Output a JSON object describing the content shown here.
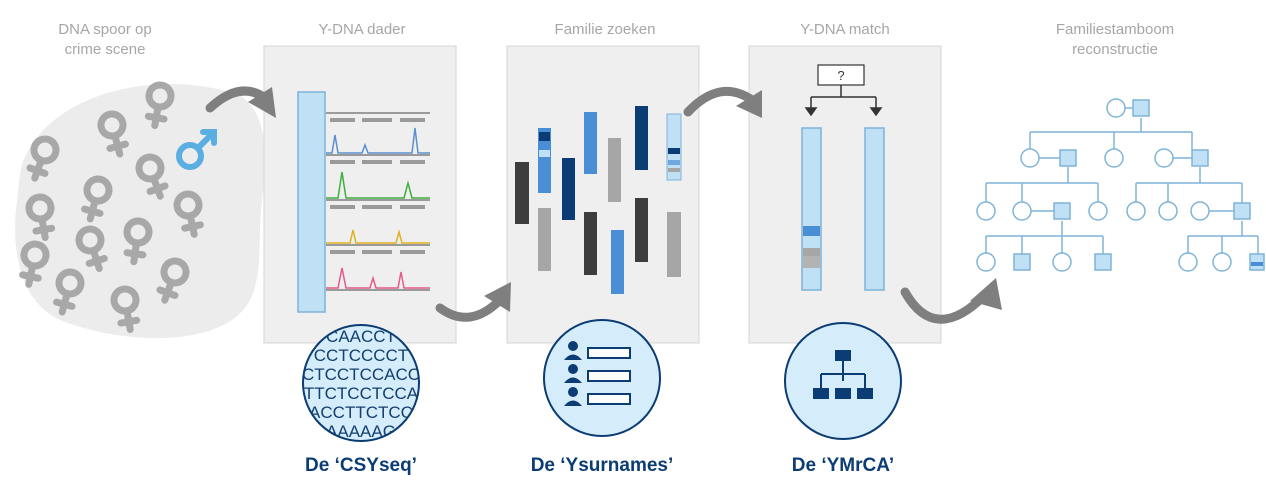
{
  "steps": [
    {
      "title_line1": "DNA spoor op",
      "title_line2": "crime scene"
    },
    {
      "title_line1": "Y-DNA dader",
      "title_line2": ""
    },
    {
      "title_line1": "Familie zoeken",
      "title_line2": ""
    },
    {
      "title_line1": "Y-DNA match",
      "title_line2": ""
    },
    {
      "title_line1": "Familiestamboom",
      "title_line2": "reconstructie"
    }
  ],
  "tools": [
    {
      "label": "De ‘CSYseq’"
    },
    {
      "label": "De ‘Ysurnames’"
    },
    {
      "label": "De ‘YMrCA’"
    }
  ],
  "sequence_lines": [
    "CAACCT",
    "CCTCCCCT",
    "CTCCTCCACC",
    "TTCTCCTCCA",
    "ACCTTCTCC",
    "AAAAAG"
  ],
  "match_question": "?",
  "icons": {
    "crime_scene": "female-symbol-icon",
    "male": "male-symbol-icon",
    "profiles": "person-list-icon",
    "hierarchy": "org-chart-icon"
  },
  "colors": {
    "title_gray": "#a6a6a6",
    "label_navy": "#0b3c74",
    "panel_gray": "#efefef",
    "light_blue": "#bfe0f5",
    "mid_blue": "#6fa8dc",
    "dark_blue": "#0b3c74",
    "arrow_gray": "#7f7f7f"
  }
}
